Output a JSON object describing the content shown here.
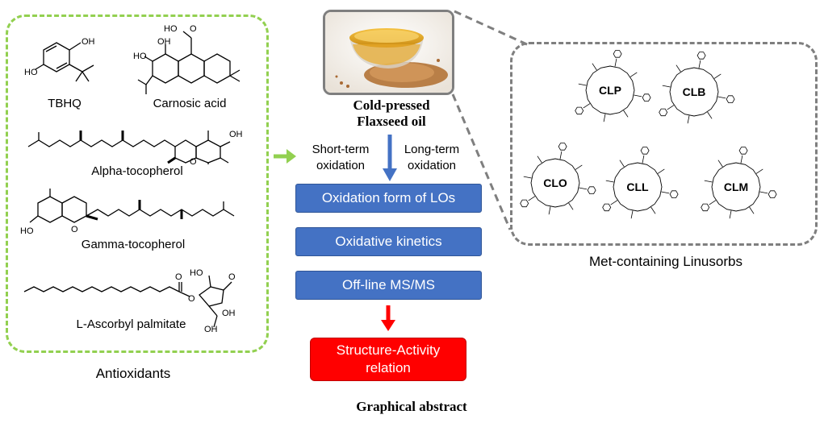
{
  "antioxidants": {
    "section_label": "Antioxidants",
    "compounds": [
      {
        "name": "TBHQ"
      },
      {
        "name": "Carnosic acid"
      },
      {
        "name": "Alpha-tocopherol"
      },
      {
        "name": "Gamma-tocopherol"
      },
      {
        "name": "L-Ascorbyl palmitate"
      }
    ],
    "border_color": "#92d050"
  },
  "center": {
    "oil_label_line1": "Cold-pressed",
    "oil_label_line2": "Flaxseed oil",
    "short_term": "Short-term\noxidation",
    "long_term": "Long-term\noxidation",
    "steps": [
      "Oxidation form of LOs",
      "Oxidative kinetics",
      "Off-line MS/MS"
    ],
    "result": "Structure-Activity\nrelation",
    "footer": "Graphical abstract",
    "step_color": "#4472c4",
    "result_color": "#ff0000"
  },
  "linusorbs": {
    "section_label": "Met-containing Linusorbs",
    "items": [
      "CLP",
      "CLB",
      "CLO",
      "CLL",
      "CLM"
    ],
    "border_color": "#7f7f7f"
  }
}
